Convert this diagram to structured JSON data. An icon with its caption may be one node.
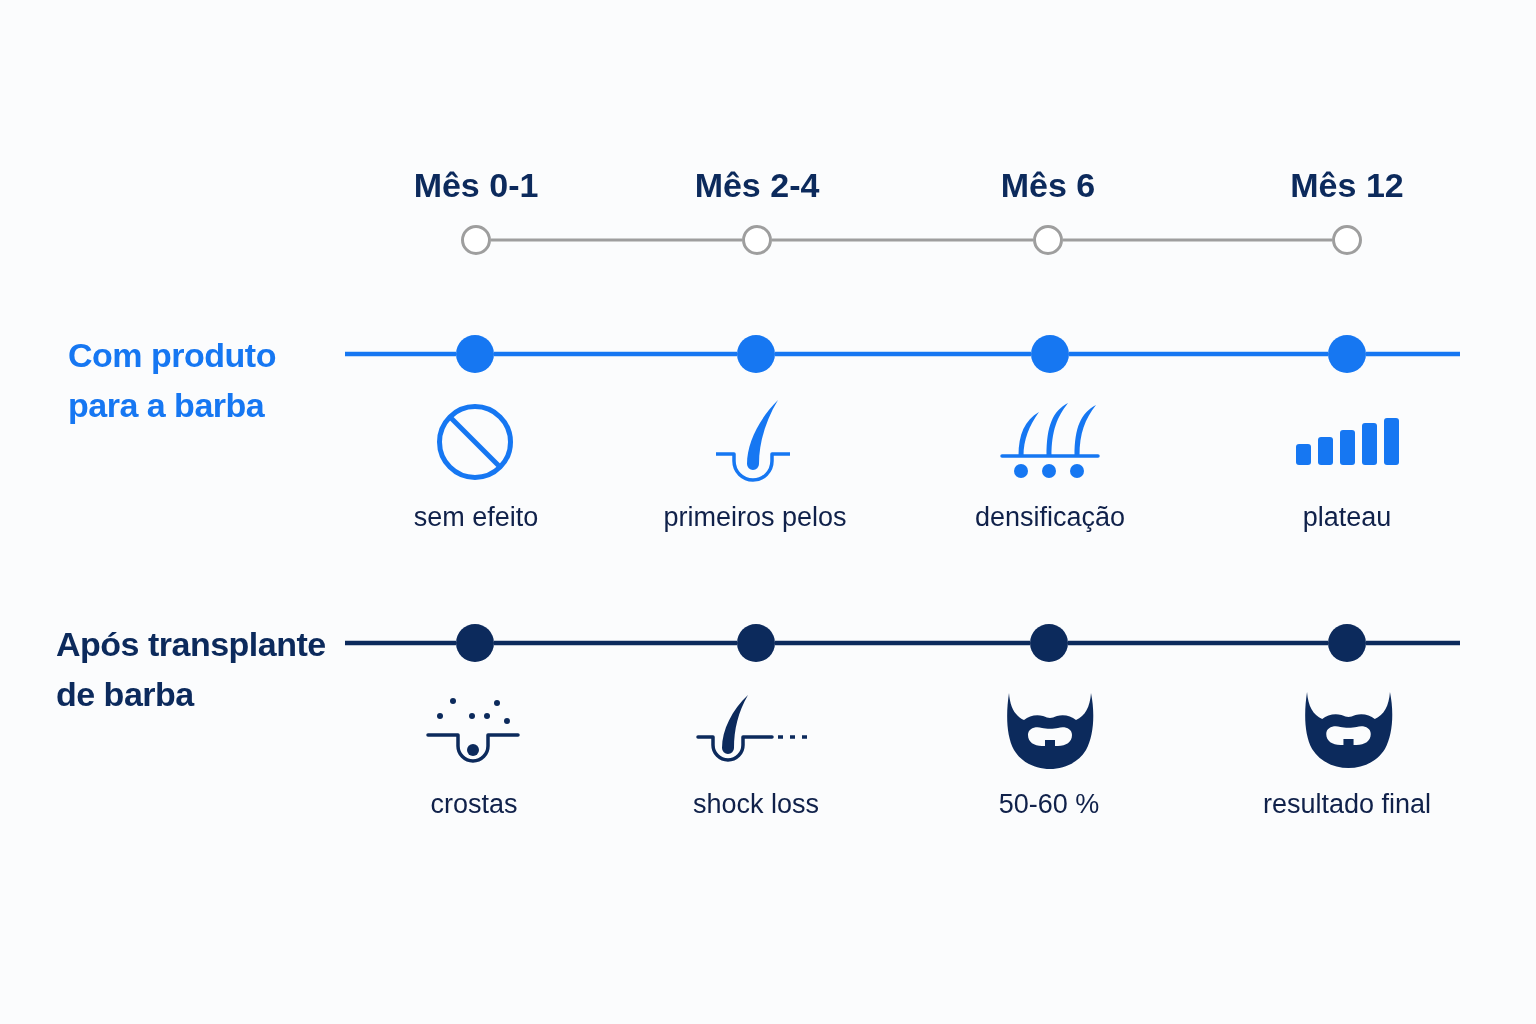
{
  "diagram": {
    "nodes": [
      {
        "text": [],
        "shape": "circle",
        "beside": [
          "Mês 0-1"
        ]
      },
      {
        "text": [],
        "shape": "circle",
        "beside": [
          "Mês 2-4"
        ]
      },
      {
        "text": [],
        "shape": "circle",
        "beside": [
          "Mês 6"
        ]
      },
      {
        "text": [],
        "shape": "circle",
        "beside": [
          "Mês 12"
        ]
      },
      {
        "text": [],
        "shape": "circle"
      },
      {
        "text": [],
        "shape": "circle"
      },
      {
        "text": [],
        "shape": "circle"
      },
      {
        "text": [],
        "shape": "circle"
      },
      {
        "text": [],
        "shape": "circle"
      },
      {
        "text": [],
        "shape": "circle"
      },
      {
        "text": [],
        "shape": "circle"
      },
      {
        "text": [],
        "shape": "circle"
      }
    ],
    "edges": [
      {
        "from": 0,
        "to": 1,
        "arrow": "none",
        "color": "#9e9e9e"
      },
      {
        "from": 1,
        "to": 2,
        "arrow": "none",
        "color": "#9e9e9e"
      },
      {
        "from": 2,
        "to": 3,
        "arrow": "none",
        "color": "#9e9e9e"
      },
      {
        "from": null,
        "to": 4,
        "arrow": "none",
        "color": "#1677f2"
      },
      {
        "from": 4,
        "to": 5,
        "arrow": "none",
        "color": "#1677f2"
      },
      {
        "from": 5,
        "to": 6,
        "arrow": "none",
        "color": "#1677f2"
      },
      {
        "from": 6,
        "to": 7,
        "arrow": "none",
        "color": "#1677f2"
      },
      {
        "from": 7,
        "to": null,
        "arrow": "none",
        "color": "#1677f2"
      },
      {
        "from": null,
        "to": 8,
        "arrow": "none",
        "color": "#0c2a5c"
      },
      {
        "from": 8,
        "to": 9,
        "arrow": "none",
        "color": "#0c2a5c"
      },
      {
        "from": 9,
        "to": 10,
        "arrow": "none",
        "color": "#0c2a5c"
      },
      {
        "from": 10,
        "to": 11,
        "arrow": "none",
        "color": "#0c2a5c"
      },
      {
        "from": 11,
        "to": null,
        "arrow": "none",
        "color": "#0c2a5c"
      }
    ],
    "labels": [
      "Com produto para a barba",
      "sem efeito",
      "primeiros pelos",
      "densificação",
      "plateau",
      "Após transplante de barba",
      "crostas",
      "shock loss",
      "50-60 %",
      "resultado final"
    ]
  }
}
